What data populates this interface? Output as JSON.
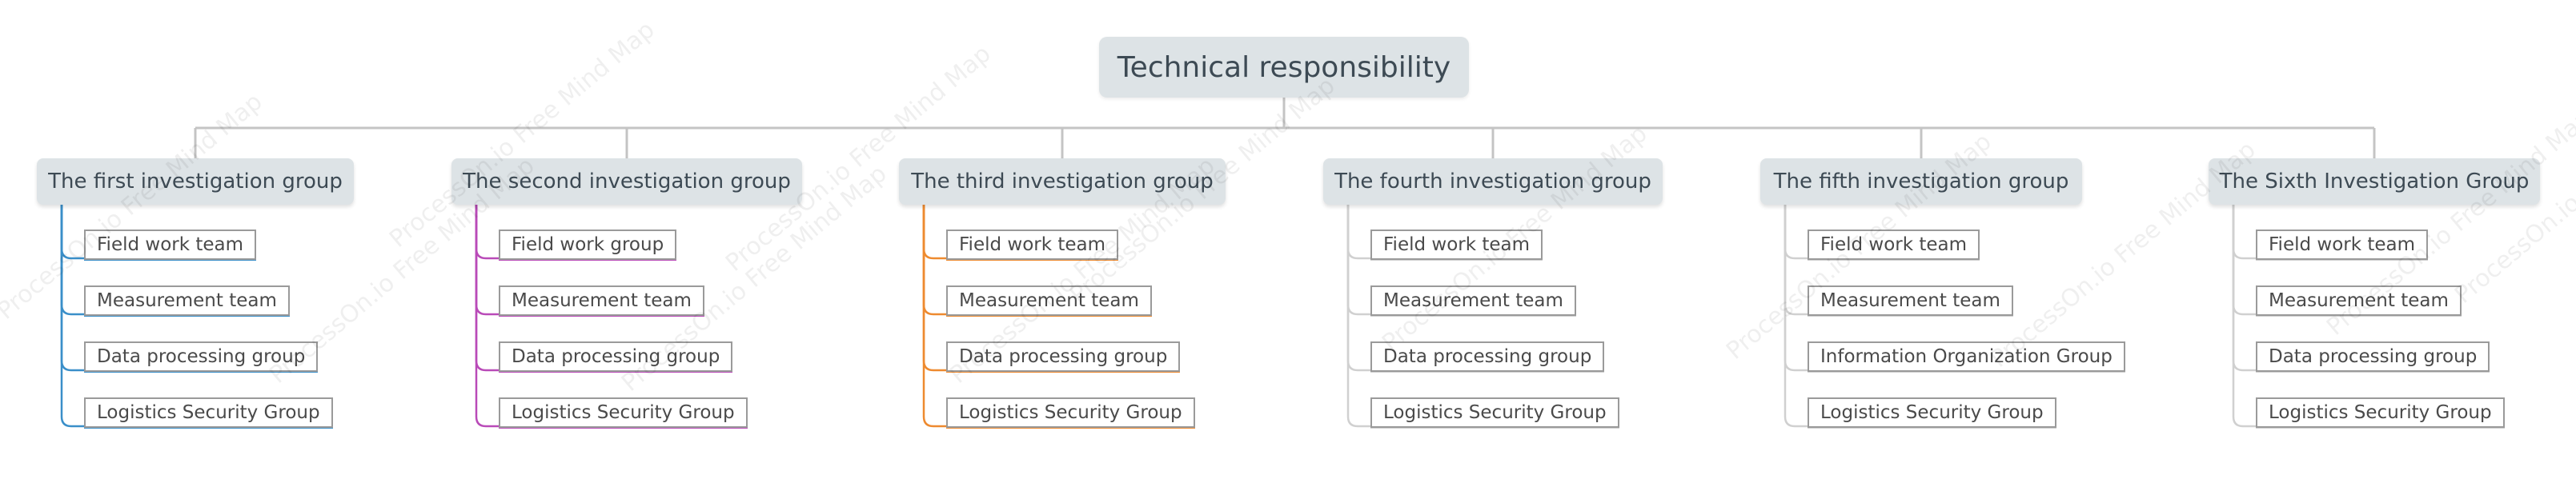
{
  "root": {
    "label": "Technical responsibility"
  },
  "colors": {
    "connector": "#c4c4c4",
    "branch_colors": [
      "#3a8fc9",
      "#b94ab8",
      "#ee8a2f",
      "#d0d0d0",
      "#d0d0d0",
      "#d0d0d0"
    ]
  },
  "watermark": "ProcessOn.io Free Mind Map",
  "groups": [
    {
      "label": "The first investigation group",
      "teams": [
        "Field work team",
        "Measurement team",
        "Data processing group",
        "Logistics Security Group"
      ]
    },
    {
      "label": "The second investigation group",
      "teams": [
        "Field work group",
        "Measurement team",
        "Data processing group",
        "Logistics Security Group"
      ]
    },
    {
      "label": "The third investigation group",
      "teams": [
        "Field work team",
        "Measurement team",
        "Data processing group",
        "Logistics Security Group"
      ]
    },
    {
      "label": "The fourth investigation group",
      "teams": [
        "Field work team",
        "Measurement team",
        "Data processing group",
        "Logistics Security Group"
      ]
    },
    {
      "label": "The fifth investigation group",
      "teams": [
        "Field work team",
        "Measurement team",
        "Information Organization Group",
        "Logistics Security Group"
      ]
    },
    {
      "label": "The Sixth Investigation Group",
      "teams": [
        "Field work team",
        "Measurement team",
        "Data processing group",
        "Logistics Security Group"
      ]
    }
  ]
}
